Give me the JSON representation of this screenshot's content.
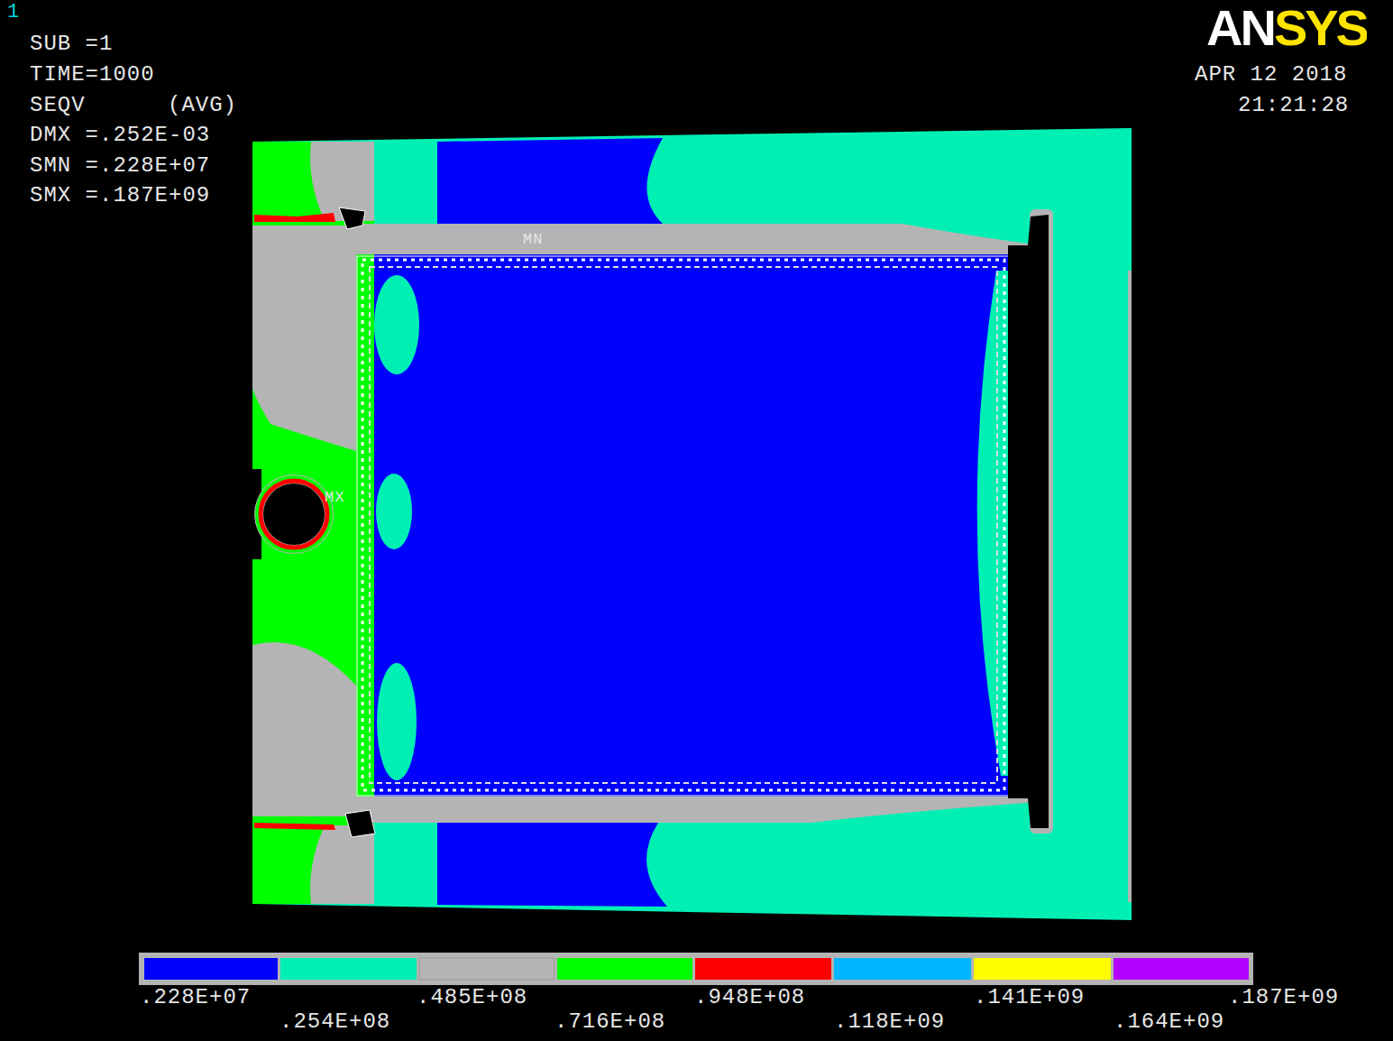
{
  "diagram": {
    "labels": [
      "1",
      "SUB =1",
      "TIME=1000",
      "SEQV",
      "(AVG)",
      "DMX =.252E-03",
      "SMN =.228E+07",
      "SMX =.187E+09",
      "ANSYS",
      "APR 12 2018",
      "21:21:28",
      "MN",
      "MX",
      ".228E+07",
      ".254E+08",
      ".485E+08",
      ".716E+08",
      ".948E+08",
      ".118E+09",
      ".141E+09",
      ".164E+09",
      ".187E+09"
    ]
  }
}
